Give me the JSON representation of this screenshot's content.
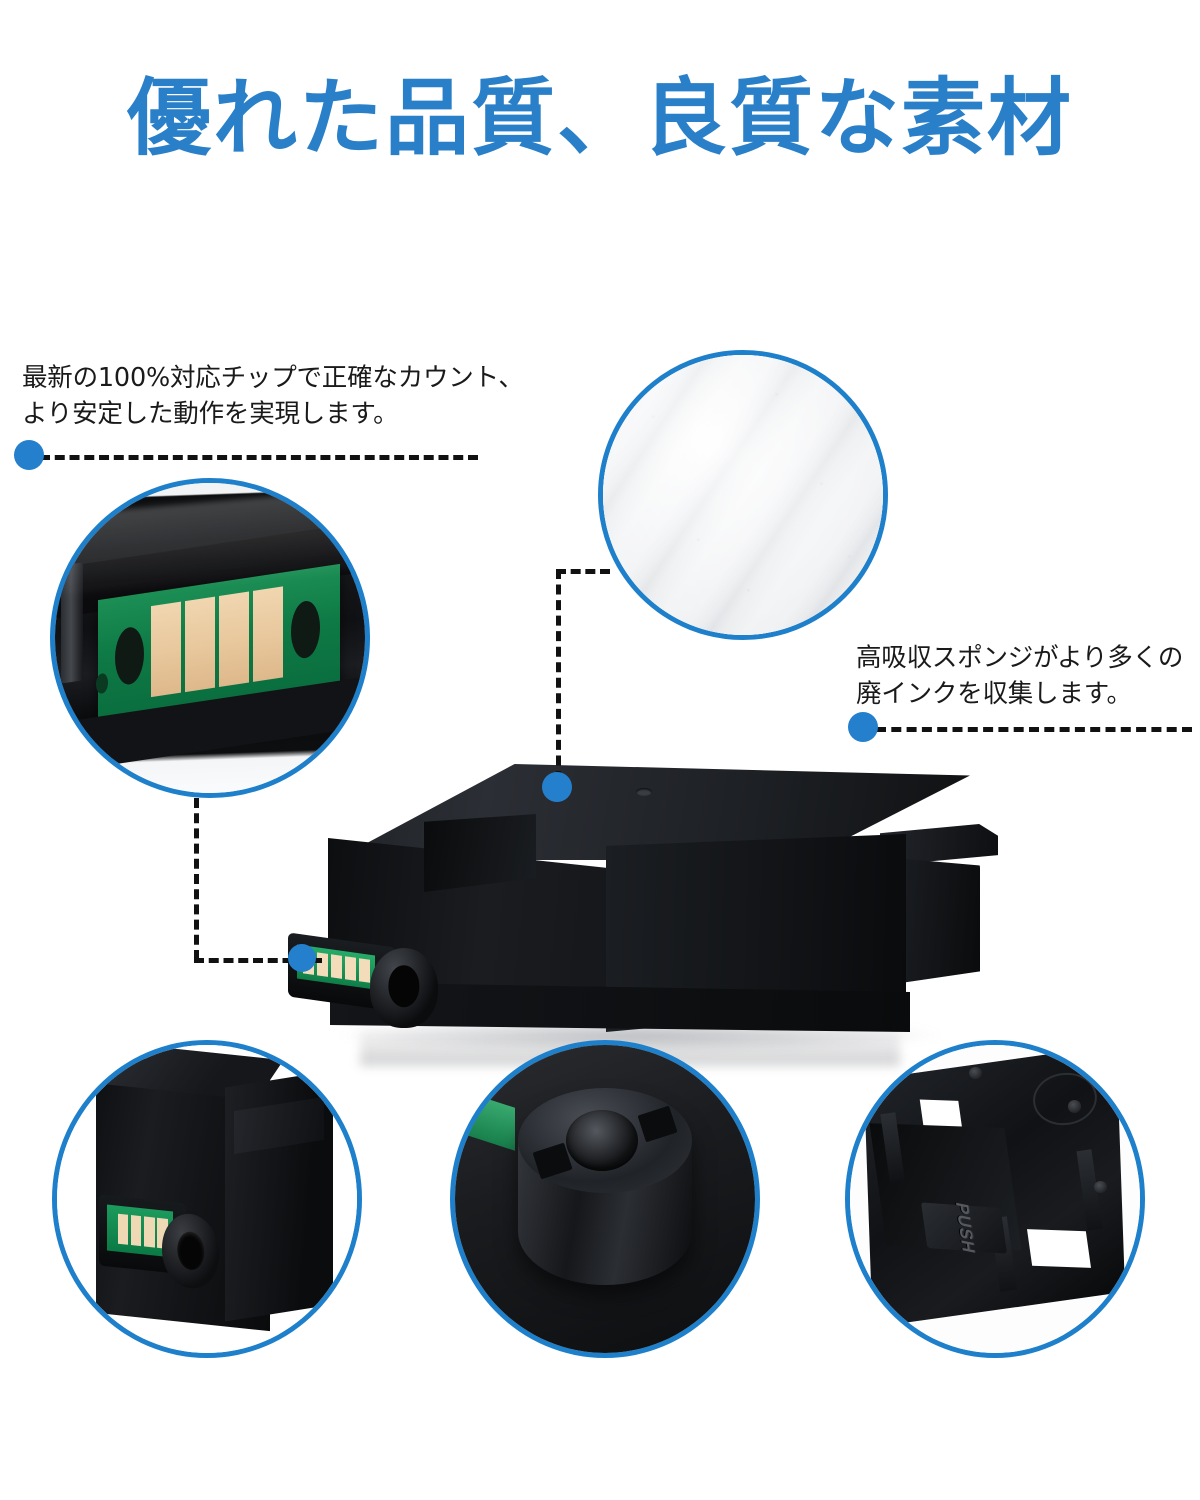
{
  "headline": {
    "text": "優れた品質、良質な素材",
    "color": "#2a80c8"
  },
  "callouts": [
    {
      "id": "chip-callout",
      "text": "最新の100%対応チップで正確なカウント、より安定した動作を実現します。",
      "dot_color": "#2480cd",
      "line_style": "dashed",
      "line_color": "#111111"
    },
    {
      "id": "sponge-callout",
      "text": "高吸収スポンジがより多くの廃インクを収集します。",
      "dot_color": "#2480cd",
      "line_style": "dashed",
      "line_color": "#111111"
    }
  ],
  "photos": {
    "chip_macro": {
      "name": "chip-macro-photo",
      "subject": "green circuit chip with gold contact pads on black cartridge housing",
      "border_color": "#1e7fcb",
      "pcb_color": "#0e7a45",
      "pad_color": "#e8c79c"
    },
    "sponge_macro": {
      "name": "sponge-macro-photo",
      "subject": "white absorbent sponge pad with diagonal grooves",
      "border_color": "#1e7fcb",
      "sponge_color": "#f4f5f6"
    },
    "corner_view": {
      "name": "corner-view-photo",
      "subject": "corner of maintenance box showing chip and ink port",
      "border_color": "#1e7fcb"
    },
    "port_macro": {
      "name": "ink-port-macro-photo",
      "subject": "cylindrical ink inlet port close-up",
      "border_color": "#1e7fcb"
    },
    "underside_view": {
      "name": "underside-view-photo",
      "subject": "underside of maintenance box with PUSH release tab",
      "border_color": "#1e7fcb",
      "embossed_label": "PUSH"
    }
  },
  "hero": {
    "name": "maintenance-box-product",
    "subject": "black printer maintenance box / waste ink tank",
    "body_color": "#16181b",
    "chip_color": "#0f7e48",
    "pad_color": "#f2dcba"
  },
  "background": "#ffffff"
}
